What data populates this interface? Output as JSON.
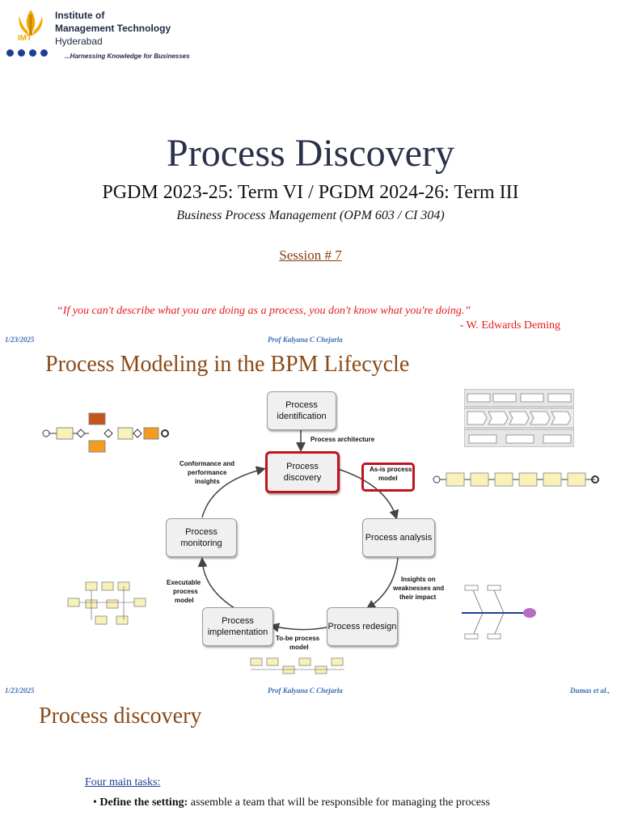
{
  "logo": {
    "abbr": "IMT",
    "line1": "Institute of",
    "line2": "Management Technology",
    "line3": "Hyderabad",
    "tagline": "...Harnessing Knowledge for Businesses",
    "brand_color": "#1c3f94",
    "accent_color": "#f2a900"
  },
  "title_slide": {
    "title": "Process Discovery",
    "subtitle": "PGDM 2023-25: Term VI / PGDM 2024-26: Term III",
    "course": "Business Process Management (OPM 603 / CI 304)",
    "session": "Session # 7",
    "quote": "“If you can't describe what you are doing as a process, you don't know what you're doing.”",
    "quote_author": "- W. Edwards Deming"
  },
  "footer1": {
    "date": "1/23/2025",
    "presenter": "Prof Kalyana C Chejarla"
  },
  "slide2": {
    "title": "Process Modeling in the BPM Lifecycle",
    "boxes": {
      "identification": "Process identification",
      "discovery": "Process discovery",
      "analysis": "Process analysis",
      "redesign": "Process redesign",
      "implementation": "Process implementation",
      "monitoring": "Process monitoring"
    },
    "labels": {
      "architecture": "Process architecture",
      "as_is_1": "As-is process",
      "as_is_2": "model",
      "insights_1": "Insights on",
      "insights_2": "weaknesses and",
      "insights_3": "their impact",
      "to_be_1": "To-be process",
      "to_be_2": "model",
      "executable_1": "Executable",
      "executable_2": "process",
      "executable_3": "model",
      "conformance_1": "Conformance and",
      "conformance_2": "performance",
      "conformance_3": "insights"
    },
    "highlight_color": "#c1121f"
  },
  "footer2": {
    "date": "1/23/2025",
    "presenter": "Prof Kalyana C Chejarla",
    "citation": "Dumas et al.,"
  },
  "slide3": {
    "title": "Process discovery",
    "tasks_heading": "Four main tasks:",
    "bullet1_bold": "Define the setting:",
    "bullet1_text": " assemble a team that will be responsible for managing the process"
  }
}
